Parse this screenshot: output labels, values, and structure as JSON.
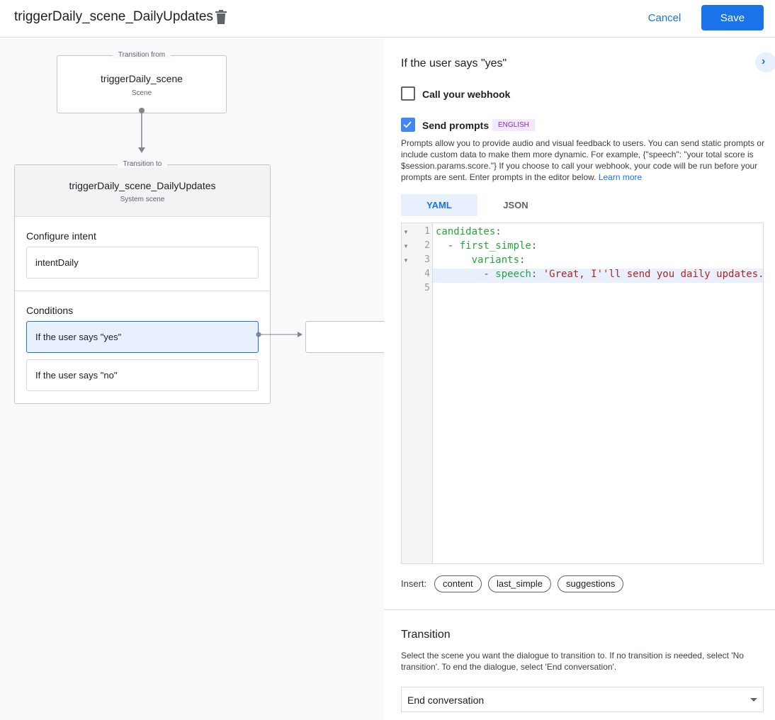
{
  "header": {
    "title": "triggerDaily_scene_DailyUpdates",
    "cancel": "Cancel",
    "save": "Save"
  },
  "canvas": {
    "from": {
      "legend": "Transition from",
      "name": "triggerDaily_scene",
      "type": "Scene"
    },
    "to": {
      "legend": "Transition to",
      "name": "triggerDaily_scene_DailyUpdates",
      "type": "System scene",
      "intent_heading": "Configure intent",
      "intent": "intentDaily",
      "conditions_heading": "Conditions",
      "conditions": [
        "If the user says \"yes\"",
        "If the user says \"no\""
      ]
    }
  },
  "panel": {
    "heading": "If the user says \"yes\"",
    "webhook_label": "Call your webhook",
    "webhook_checked": false,
    "prompts_label": "Send prompts",
    "prompts_checked": true,
    "language_badge": "ENGLISH",
    "description": "Prompts allow you to provide audio and visual feedback to users. You can send static prompts or include custom data to make them more dynamic. For example, {\"speech\": \"your total score is $session.params.score.\"} If you choose to call your webhook, your code will be run before your prompts are sent. Enter prompts in the editor below.",
    "learn_more": "Learn more",
    "tabs": [
      "YAML",
      "JSON"
    ],
    "active_tab": "YAML",
    "code_lines": [
      {
        "n": "1",
        "indent": "",
        "key": "candidates",
        "sep": ":",
        "val": ""
      },
      {
        "n": "2",
        "indent": "  - ",
        "key": "first_simple",
        "sep": ":",
        "val": ""
      },
      {
        "n": "3",
        "indent": "      ",
        "key": "variants",
        "sep": ":",
        "val": ""
      },
      {
        "n": "4",
        "indent": "        - ",
        "key": "speech",
        "sep": ": ",
        "val": "'Great, I''ll send you daily updates."
      },
      {
        "n": "5",
        "indent": "",
        "key": "",
        "sep": "",
        "val": ""
      }
    ],
    "insert_label": "Insert:",
    "insert_chips": [
      "content",
      "last_simple",
      "suggestions"
    ],
    "transition_heading": "Transition",
    "transition_desc": "Select the scene you want the dialogue to transition to. If no transition is needed, select 'No transition'. To end the dialogue, select 'End conversation'.",
    "transition_value": "End conversation"
  },
  "colors": {
    "accent": "#1a73e8",
    "selected": "#e8f0fe",
    "badge_bg": "#f3e8fd",
    "badge_text": "#8430ce"
  }
}
